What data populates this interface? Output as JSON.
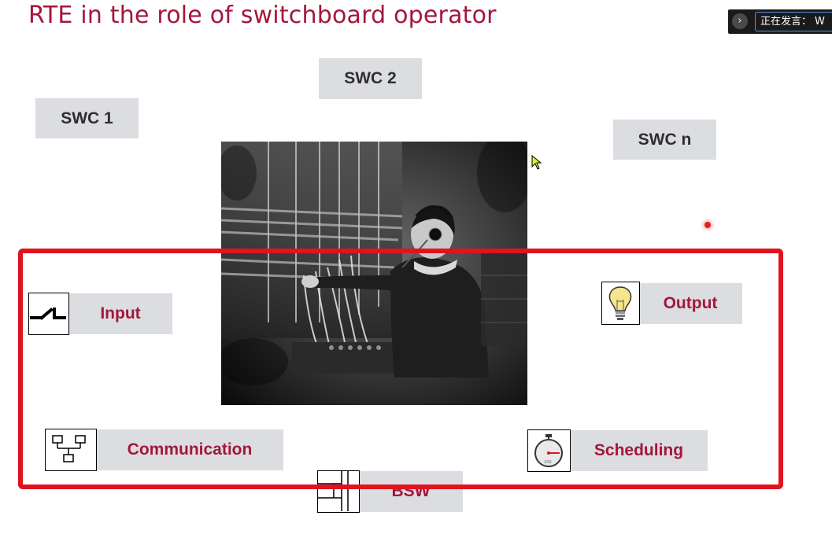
{
  "slide": {
    "title": "RTE in the role of switchboard operator"
  },
  "speaker_bar": {
    "chevron": "›",
    "label": "正在发言：",
    "speaker_initial": "W"
  },
  "swc_boxes": {
    "swc1": "SWC 1",
    "swc2": "SWC 2",
    "swcn": "SWC n"
  },
  "rte_functions": {
    "input": "Input",
    "output": "Output",
    "communication": "Communication",
    "scheduling": "Scheduling"
  },
  "bsw": {
    "label": "BSW"
  },
  "icons": {
    "input": "switch-icon",
    "output": "light-bulb-icon",
    "communication": "network-icon",
    "scheduling": "stopwatch-icon",
    "bsw": "layered-architecture-icon",
    "photo": "switchboard-operator-photo"
  },
  "colors": {
    "title": "#a3173c",
    "label_red": "#a3173c",
    "box_grey": "#dcdde0",
    "highlight_frame": "#e0141e"
  }
}
